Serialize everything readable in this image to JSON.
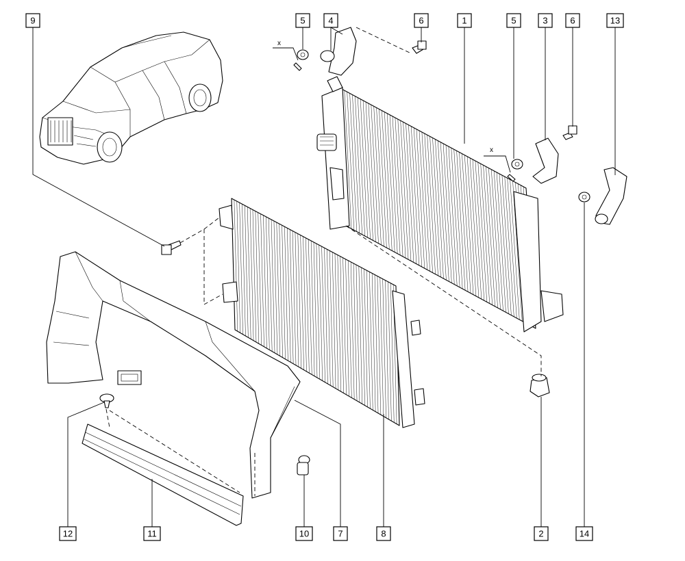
{
  "diagram": {
    "callouts": [
      {
        "id": "c9",
        "label": "9"
      },
      {
        "id": "c5a",
        "label": "5"
      },
      {
        "id": "c4",
        "label": "4"
      },
      {
        "id": "c6a",
        "label": "6"
      },
      {
        "id": "c1",
        "label": "1"
      },
      {
        "id": "c5b",
        "label": "5"
      },
      {
        "id": "c3",
        "label": "3"
      },
      {
        "id": "c6b",
        "label": "6"
      },
      {
        "id": "c13",
        "label": "13"
      },
      {
        "id": "c12",
        "label": "12"
      },
      {
        "id": "c11",
        "label": "11"
      },
      {
        "id": "c10",
        "label": "10"
      },
      {
        "id": "c7",
        "label": "7"
      },
      {
        "id": "c8",
        "label": "8"
      },
      {
        "id": "c2",
        "label": "2"
      },
      {
        "id": "c14",
        "label": "14"
      }
    ],
    "marks": [
      "x",
      "x"
    ]
  }
}
